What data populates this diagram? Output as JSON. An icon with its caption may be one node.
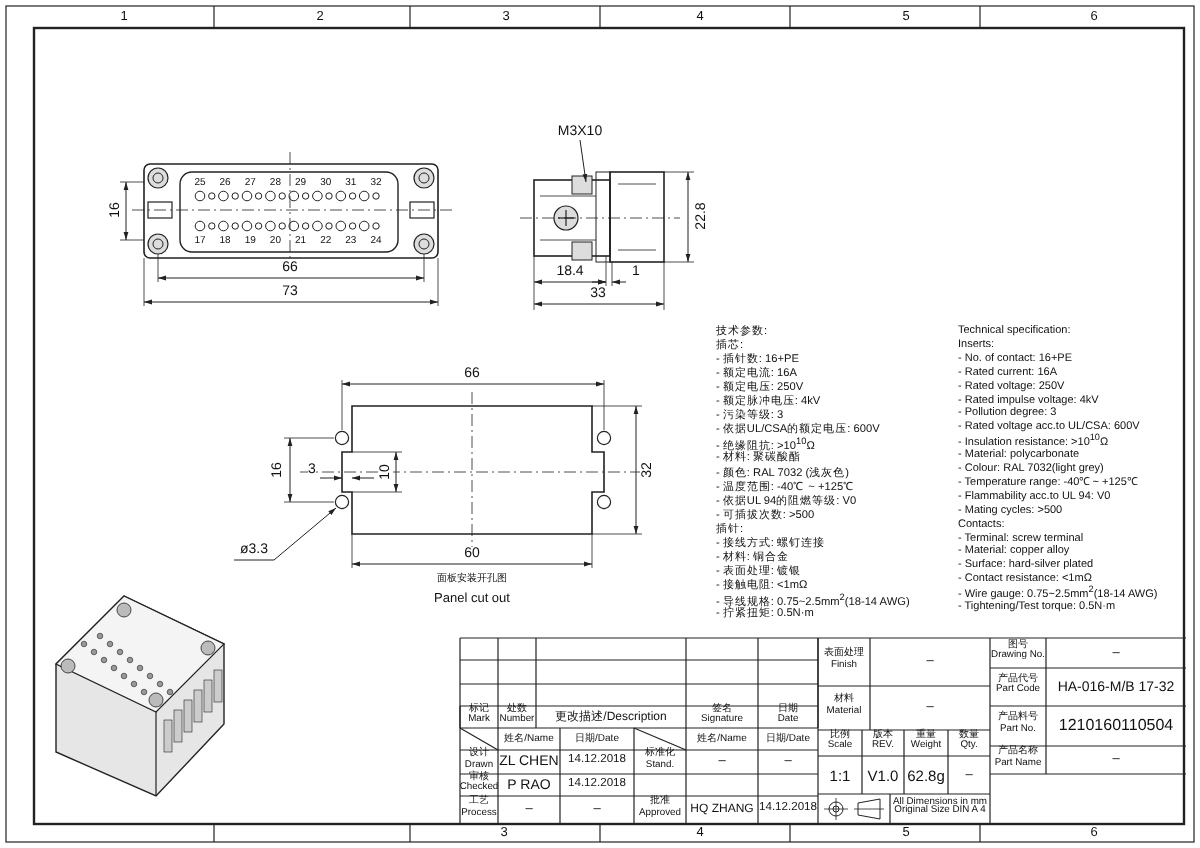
{
  "diagram": {
    "nodes": [
      {
        "text": [
          "M3X10"
        ]
      },
      {
        "text": [
          "ø3.3"
        ]
      }
    ],
    "edges": [
      {
        "from": 0,
        "to": null,
        "arrow": "to"
      },
      {
        "from": 1,
        "to": null,
        "arrow": "to"
      }
    ],
    "labels": [
      "1",
      "2",
      "3",
      "4",
      "5",
      "6",
      "25",
      "26",
      "27",
      "28",
      "29",
      "30",
      "31",
      "32",
      "17",
      "18",
      "19",
      "20",
      "21",
      "22",
      "23",
      "24",
      "16",
      "66",
      "73",
      "22.8",
      "18.4",
      "1",
      "33",
      "66",
      "16",
      "3",
      "10",
      "32",
      "60",
      "面板安装开孔图",
      "Panel cut out",
      "技术参数:",
      "插芯:",
      "- 插针数: 16+PE",
      "- 额定电流: 16A",
      "- 额定电压: 250V",
      "- 额定脉冲电压: 4kV",
      "- 污染等级: 3",
      "- 依据UL/CSA的额定电压: 600V",
      "- 绝缘阻抗: >10$^{10}$Ω",
      "- 材料: 聚碳酸酯",
      "- 颜色: RAL 7032 (浅灰色)",
      "- 温度范围: -40℃ ~ +125℃",
      "- 依据UL 94的阻燃等级: V0",
      "- 可插拔次数: >500",
      "插针:",
      "- 接线方式: 螺钉连接",
      "- 材料: 铜合金",
      "- 表面处理: 镀银",
      "- 接触电阻: <1mΩ",
      "- 导线规格: 0.75~2.5mm$^{2}$(18-14 AWG)",
      "- 拧紧扭矩: 0.5N·m",
      "Technical specification:",
      "Inserts:",
      "- No. of contact: 16+PE",
      "- Rated current: 16A",
      "- Rated voltage: 250V",
      "- Rated impulse voltage: 4kV",
      "- Pollution degree: 3",
      "- Rated voltage acc.to UL/CSA: 600V",
      "- Insulation resistance: >10$^{10}$Ω",
      "- Material: polycarbonate",
      "- Colour: RAL 7032(light grey)",
      "- Temperature range: -40℃ ~ +125℃",
      "- Flammability acc.to UL 94: V0",
      "- Mating cycles: >500",
      "Contacts:",
      "- Terminal: screw terminal",
      "- Material: copper alloy",
      "- Surface: hard-silver plated",
      "- Contact resistance: <1mΩ",
      "- Wire gauge: 0.75~2.5mm$^{2}$(18-14 AWG)",
      "- Tightening/Test torque: 0.5N·m",
      "标记",
      "Mark",
      "处数",
      "Number",
      "更改描述/Description",
      "签名",
      "Signature",
      "日期",
      "Date",
      "姓名/Name",
      "日期/Date",
      "姓名/Name",
      "日期/Date",
      "设计",
      "Drawn",
      "ZL CHEN",
      "14.12.2018",
      "标准化",
      "Stand.",
      "–",
      "–",
      "审核",
      "Checked",
      "P RAO",
      "14.12.2018",
      "工艺",
      "Process",
      "–",
      "–",
      "批准",
      "Approved",
      "HQ ZHANG",
      "14.12.2018",
      "表面处理",
      "Finish",
      "–",
      "材料",
      "Material",
      "–",
      "比例",
      "Scale",
      "版本",
      "REV.",
      "重量",
      "Weight",
      "数量",
      "Qty.",
      "1:1",
      "V1.0",
      "62.8g",
      "–",
      "All Dimensions in mm Original Size DIN A 4",
      "图号",
      "Drawing No.",
      "–",
      "产品代号",
      "Part Code",
      "HA-016-M/B 17-32",
      "产品料号",
      "Part No.",
      "1210160110504",
      "产品名称",
      "Part Name",
      "–",
      "3",
      "4",
      "5",
      "6"
    ]
  }
}
